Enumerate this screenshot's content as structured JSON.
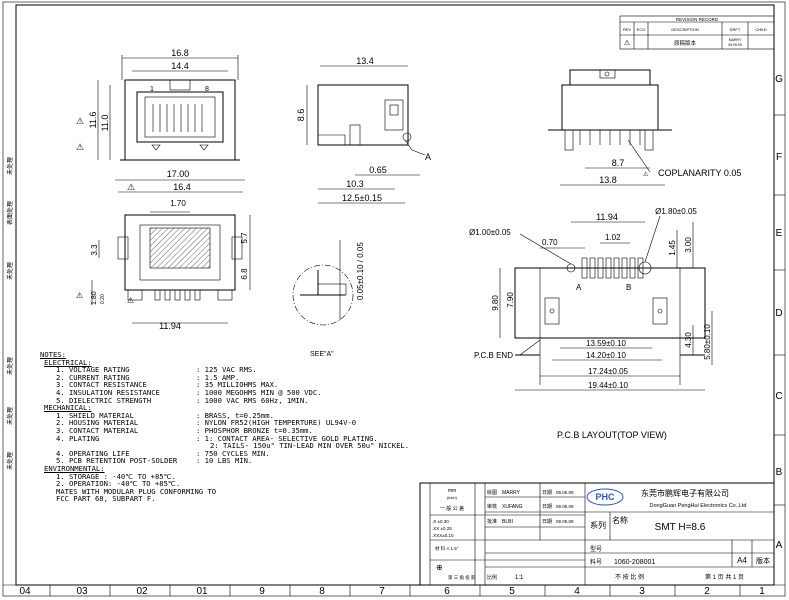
{
  "revision": {
    "title": "REVISION RECORD",
    "headers": [
      "REV",
      "ECO",
      "DESCRIPTION",
      "DRFT",
      "CHKD"
    ],
    "row": {
      "rev": "⚠",
      "desc": "原稿版本",
      "drft_top": "MARRY",
      "drft_bot": "09.05.09"
    }
  },
  "grid": {
    "right": [
      "G",
      "F",
      "E",
      "D",
      "C",
      "B",
      "A"
    ],
    "bottom": [
      "04",
      "03",
      "02",
      "01",
      "9",
      "8",
      "7",
      "6",
      "5",
      "4",
      "3",
      "2",
      "1"
    ]
  },
  "side_labels": [
    "未处理",
    "表面处理",
    "未处理",
    "未处理",
    "未处理",
    "未处理"
  ],
  "front": {
    "w_outer": "16.8",
    "w_inner": "14.4",
    "pin1": "1",
    "pin8": "8",
    "h_left": "11.6",
    "h_inner": "11.0",
    "w_bottom": "17.00",
    "w_base": "16.4"
  },
  "side": {
    "top": "13.4",
    "h": "8.6",
    "d065": "0.65",
    "d103": "10.3",
    "d125": "12.5±0.15",
    "callout": "A"
  },
  "right_view": {
    "w87": "8.7",
    "w138": "13.8",
    "coplanarity": "COPLANARITY 0.05"
  },
  "bottom_view": {
    "top": "1.70",
    "d33": "3.3",
    "d57": "5.7",
    "d68": "6.8",
    "d180": "1.80",
    "d020": "0.20",
    "w1194": "11.94",
    "vert": "0.05±0.10 / 0.05"
  },
  "see_a": "SEE\"A\"",
  "pcb": {
    "w1194": "11.94",
    "d180": "Ø1.80±0.05",
    "d100": "Ø1.00±0.05",
    "d070": "0.70",
    "d102": "1.02",
    "d145": "1.45",
    "d300": "3.00",
    "d980": "9.80",
    "d790": "7.90",
    "pinA": "A",
    "pinB": "B",
    "d1359": "13.59±0.10",
    "d1420": "14.20±0.10",
    "d1724": "17.24±0.05",
    "d1944": "19.44±0.10",
    "d430": "4.30",
    "d580": "5.80±0.10",
    "end": "P.C.B END",
    "caption": "P.C.B LAYOUT(TOP VIEW)"
  },
  "notes": {
    "title": "NOTES:",
    "lines": [
      {
        "h": "ELECTRICAL:"
      },
      {
        "t": "1. VOLTAGE RATING",
        "v": ": 125 VAC RMS."
      },
      {
        "t": "2. CURRENT RATING",
        "v": ": 1.5 AMP."
      },
      {
        "t": "3. CONTACT RESISTANCE",
        "v": ": 35 MILLIOHMS MAX."
      },
      {
        "t": "4. INSULATION RESISTANCE",
        "v": ": 1000 MEGOHMS MIN @ 500 VDC."
      },
      {
        "t": "5. DIELECTRIC STRENGTH",
        "v": ": 1000 VAC RMS 60Hz, 1MIN."
      },
      {
        "h": "MECHANICAL:"
      },
      {
        "t": "1. SHIELD MATERIAL",
        "v": ": BRASS, t=0.25mm."
      },
      {
        "t": "2. HOUSING MATERIAL",
        "v": ": NYLON FR52(HIGH TEMPERTURE) UL94V-0"
      },
      {
        "t": "3. CONTACT MATERIAL",
        "v": ": PHOSPHOR BRONZE t=0.35mm."
      },
      {
        "t": "4. PLATING",
        "v": ": 1: CONTACT AREA- SELECTIVE GOLD PLATING."
      },
      {
        "t": "",
        "v": "2: TAILS- 150u\" TIN-LEAD MIN OVER 50u\" NICKEL."
      },
      {
        "t": "4. OPERATING LIFE",
        "v": ": 750 CYCLES MIN."
      },
      {
        "t": "5. PCB RETENTION POST-SOLDER",
        "v": ": 10 LBS MIN."
      },
      {
        "h": "ENVIRONMENTAL:"
      },
      {
        "t": "1. STORAGE : -40℃ TO +85℃.",
        "v": ""
      },
      {
        "t": "2. OPERATION: -40℃ TO +85℃.",
        "v": ""
      },
      {
        "t": "MATES WITH MODULAR PLUG CONFORMING TO",
        "v": ""
      },
      {
        "t": "FCC PART 68, SUBPART F.",
        "v": ""
      }
    ]
  },
  "title_block": {
    "unit": "mm",
    "unit_sub": "(inch)",
    "tol_head": "一 般 公 差",
    "tol1": ".X ±0.30",
    "tol2": ".XX ±0.25",
    "tol3": ".XXX±0.10",
    "draw_lbl": "绘图",
    "draw_name": "MARRY",
    "date_lbl": "日期",
    "date1": "09.05.09",
    "chk_lbl": "审核",
    "chk_name": "XUFANG",
    "date2": "09.05.09",
    "app_lbl": "批准",
    "app_name": "BLBI",
    "date3": "09.05.09",
    "company_cn": "东莞市鹏辉电子有限公司",
    "company_en": "DongGuan PengHui Electronics Co.,Ltd",
    "logo": "PHC",
    "series_lbl": "系列",
    "name_lbl": "名称",
    "name_val": "SMT H=8.6",
    "model_lbl": "型号",
    "part_lbl": "料号",
    "part_val": "1060-208001",
    "size": "A4",
    "ver_lbl": "版本",
    "scale_lbl": "比例",
    "scale_val": "1:1",
    "print_lbl": "不 按 比 例",
    "sheet": "第 1 页 共 1 页",
    "material_lbl": "材 料 A 1.5°",
    "proj": "第 三 角 投 影"
  }
}
